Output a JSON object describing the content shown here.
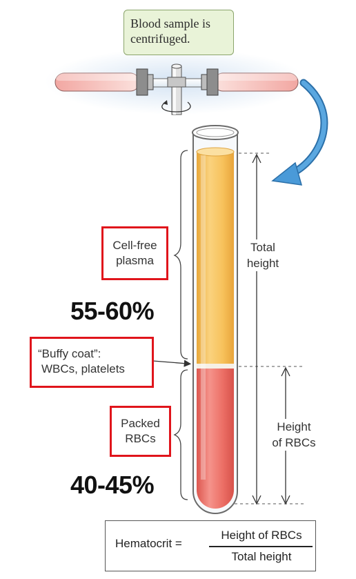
{
  "callout": {
    "line1": "Blood sample is",
    "line2": "centrifuged."
  },
  "labels": {
    "plasma": {
      "line1": "Cell-free",
      "line2": "plasma"
    },
    "buffy": {
      "line1": "“Buffy coat”:",
      "line2": "WBCs, platelets"
    },
    "rbc": {
      "line1": "Packed",
      "line2": "RBCs"
    },
    "total_height": {
      "line1": "Total",
      "line2": "height"
    },
    "rbc_height": {
      "line1": "Height",
      "line2": "of RBCs"
    }
  },
  "percentages": {
    "plasma": "55-60%",
    "rbc": "40-45%"
  },
  "formula": {
    "lhs": "Hematocrit =",
    "numerator": "Height of RBCs",
    "denominator": "Total height"
  },
  "colors": {
    "plasma": "#f6bf55",
    "rbc": "#ea6d64",
    "highlight_box": "#e0141b",
    "arrow": "#3b8fd0",
    "callout_bg": "#e9f3d8"
  },
  "icons": [
    "centrifuge-rotor-icon",
    "curved-arrow-icon",
    "rotation-arrow-icon"
  ]
}
